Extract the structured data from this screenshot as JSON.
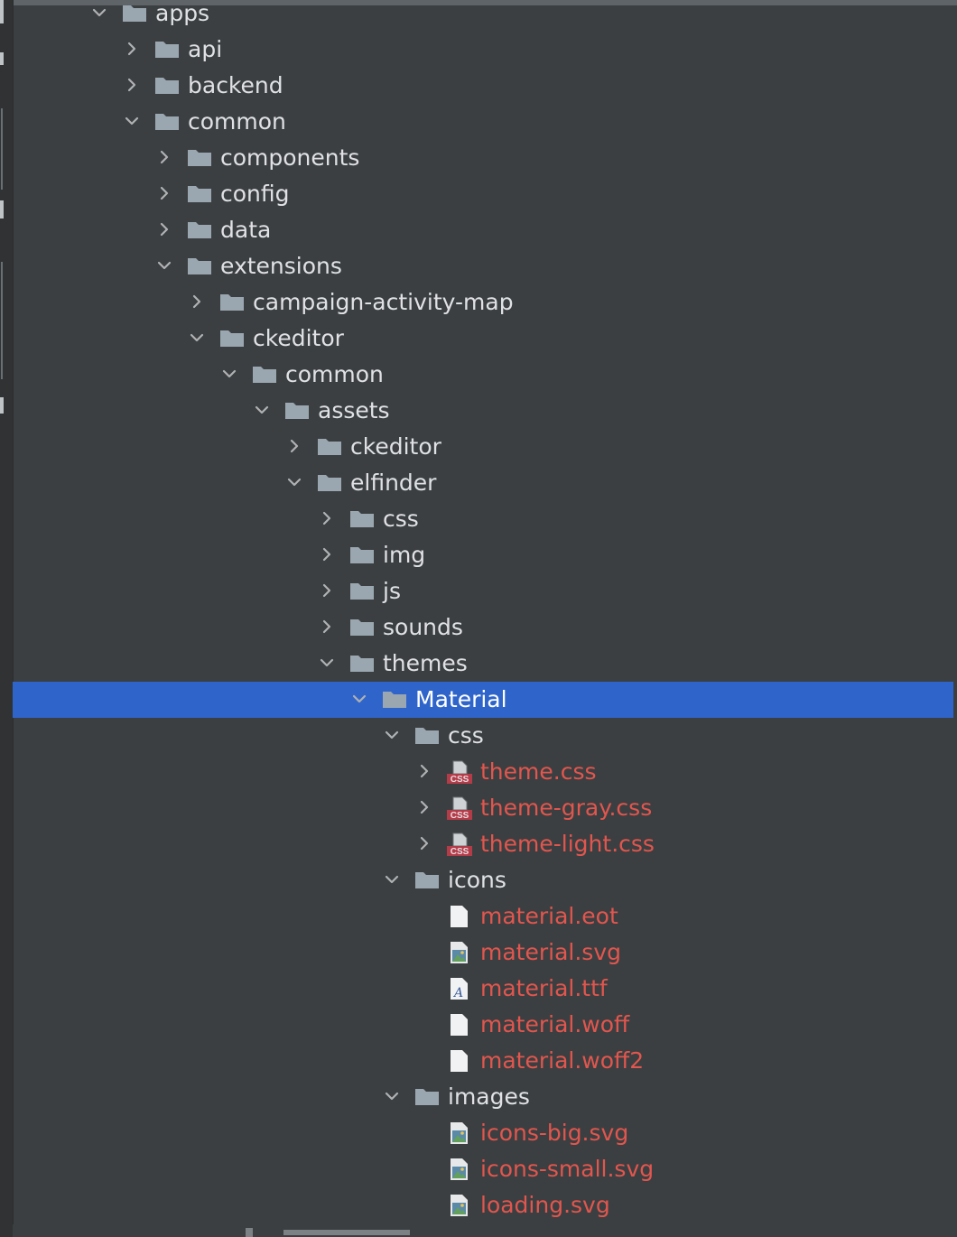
{
  "panel": {
    "accent_selected": "#2f65ca",
    "folder_label_color": "#dfe1e5",
    "file_label_color": "#e1564e",
    "folder_icon_color": "#9aa7b0"
  },
  "tree": [
    {
      "label": "apps",
      "depth": 0,
      "type": "folder",
      "state": "expanded"
    },
    {
      "label": "api",
      "depth": 1,
      "type": "folder",
      "state": "collapsed"
    },
    {
      "label": "backend",
      "depth": 1,
      "type": "folder",
      "state": "collapsed"
    },
    {
      "label": "common",
      "depth": 1,
      "type": "folder",
      "state": "expanded"
    },
    {
      "label": "components",
      "depth": 2,
      "type": "folder",
      "state": "collapsed"
    },
    {
      "label": "config",
      "depth": 2,
      "type": "folder",
      "state": "collapsed"
    },
    {
      "label": "data",
      "depth": 2,
      "type": "folder",
      "state": "collapsed"
    },
    {
      "label": "extensions",
      "depth": 2,
      "type": "folder",
      "state": "expanded"
    },
    {
      "label": "campaign-activity-map",
      "depth": 3,
      "type": "folder",
      "state": "collapsed"
    },
    {
      "label": "ckeditor",
      "depth": 3,
      "type": "folder",
      "state": "expanded"
    },
    {
      "label": "common",
      "depth": 4,
      "type": "folder",
      "state": "expanded"
    },
    {
      "label": "assets",
      "depth": 5,
      "type": "folder",
      "state": "expanded"
    },
    {
      "label": "ckeditor",
      "depth": 6,
      "type": "folder",
      "state": "collapsed"
    },
    {
      "label": "elfinder",
      "depth": 6,
      "type": "folder",
      "state": "expanded"
    },
    {
      "label": "css",
      "depth": 7,
      "type": "folder",
      "state": "collapsed"
    },
    {
      "label": "img",
      "depth": 7,
      "type": "folder",
      "state": "collapsed"
    },
    {
      "label": "js",
      "depth": 7,
      "type": "folder",
      "state": "collapsed"
    },
    {
      "label": "sounds",
      "depth": 7,
      "type": "folder",
      "state": "collapsed"
    },
    {
      "label": "themes",
      "depth": 7,
      "type": "folder",
      "state": "expanded"
    },
    {
      "label": "Material",
      "depth": 8,
      "type": "folder",
      "state": "expanded",
      "selected": true
    },
    {
      "label": "css",
      "depth": 9,
      "type": "folder",
      "state": "expanded"
    },
    {
      "label": "theme.css",
      "depth": 10,
      "type": "css-file",
      "state": "collapsed"
    },
    {
      "label": "theme-gray.css",
      "depth": 10,
      "type": "css-file",
      "state": "collapsed"
    },
    {
      "label": "theme-light.css",
      "depth": 10,
      "type": "css-file",
      "state": "collapsed"
    },
    {
      "label": "icons",
      "depth": 9,
      "type": "folder",
      "state": "expanded"
    },
    {
      "label": "material.eot",
      "depth": 10,
      "type": "plain-file",
      "state": "none"
    },
    {
      "label": "material.svg",
      "depth": 10,
      "type": "image-file",
      "state": "none"
    },
    {
      "label": "material.ttf",
      "depth": 10,
      "type": "font-file",
      "state": "none"
    },
    {
      "label": "material.woff",
      "depth": 10,
      "type": "plain-file",
      "state": "none"
    },
    {
      "label": "material.woff2",
      "depth": 10,
      "type": "plain-file",
      "state": "none"
    },
    {
      "label": "images",
      "depth": 9,
      "type": "folder",
      "state": "expanded"
    },
    {
      "label": "icons-big.svg",
      "depth": 10,
      "type": "image-file",
      "state": "none"
    },
    {
      "label": "icons-small.svg",
      "depth": 10,
      "type": "image-file",
      "state": "none"
    },
    {
      "label": "loading.svg",
      "depth": 10,
      "type": "image-file",
      "state": "none"
    }
  ]
}
